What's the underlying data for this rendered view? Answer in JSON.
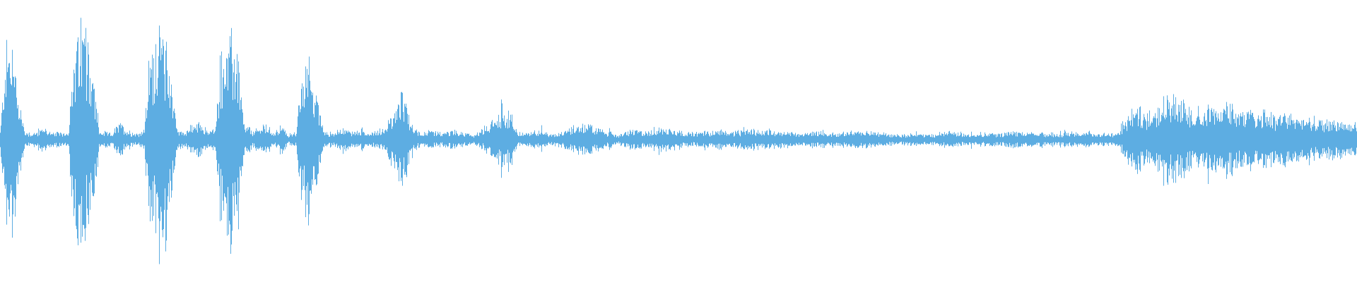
{
  "waveform": {
    "color": "#5dade2",
    "background": "#ffffff",
    "envelope": [
      [
        0.0,
        0.05
      ],
      [
        0.4,
        0.55
      ],
      [
        0.9,
        0.6
      ],
      [
        1.4,
        0.25
      ],
      [
        1.8,
        0.05
      ],
      [
        2.6,
        0.04
      ],
      [
        3.2,
        0.08
      ],
      [
        3.8,
        0.04
      ],
      [
        5.0,
        0.05
      ],
      [
        5.4,
        0.45
      ],
      [
        5.9,
        0.68
      ],
      [
        6.4,
        0.62
      ],
      [
        6.9,
        0.35
      ],
      [
        7.3,
        0.05
      ],
      [
        8.2,
        0.04
      ],
      [
        8.8,
        0.1
      ],
      [
        9.4,
        0.06
      ],
      [
        10.0,
        0.04
      ],
      [
        10.6,
        0.06
      ],
      [
        11.0,
        0.5
      ],
      [
        11.6,
        0.68
      ],
      [
        12.2,
        0.62
      ],
      [
        12.7,
        0.3
      ],
      [
        13.1,
        0.05
      ],
      [
        13.7,
        0.06
      ],
      [
        14.2,
        0.09
      ],
      [
        14.8,
        0.1
      ],
      [
        15.4,
        0.05
      ],
      [
        15.9,
        0.08
      ],
      [
        16.2,
        0.5
      ],
      [
        16.9,
        0.6
      ],
      [
        17.5,
        0.55
      ],
      [
        17.9,
        0.1
      ],
      [
        18.6,
        0.05
      ],
      [
        19.4,
        0.09
      ],
      [
        20.2,
        0.05
      ],
      [
        20.8,
        0.08
      ],
      [
        21.2,
        0.03
      ],
      [
        21.8,
        0.05
      ],
      [
        22.2,
        0.35
      ],
      [
        22.8,
        0.5
      ],
      [
        23.4,
        0.25
      ],
      [
        23.9,
        0.05
      ],
      [
        24.6,
        0.04
      ],
      [
        25.2,
        0.08
      ],
      [
        25.8,
        0.05
      ],
      [
        26.6,
        0.06
      ],
      [
        27.2,
        0.04
      ],
      [
        28.4,
        0.08
      ],
      [
        29.2,
        0.2
      ],
      [
        29.7,
        0.28
      ],
      [
        30.2,
        0.12
      ],
      [
        30.8,
        0.05
      ],
      [
        31.8,
        0.05
      ],
      [
        32.6,
        0.04
      ],
      [
        33.4,
        0.06
      ],
      [
        34.2,
        0.04
      ],
      [
        35.0,
        0.03
      ],
      [
        36.4,
        0.12
      ],
      [
        37.0,
        0.2
      ],
      [
        37.6,
        0.16
      ],
      [
        38.2,
        0.04
      ],
      [
        39.0,
        0.04
      ],
      [
        39.8,
        0.07
      ],
      [
        40.6,
        0.03
      ],
      [
        41.6,
        0.06
      ],
      [
        42.4,
        0.09
      ],
      [
        43.2,
        0.1
      ],
      [
        44.0,
        0.07
      ],
      [
        44.8,
        0.05
      ],
      [
        45.6,
        0.03
      ],
      [
        46.6,
        0.06
      ],
      [
        47.6,
        0.05
      ],
      [
        48.6,
        0.07
      ],
      [
        49.6,
        0.07
      ],
      [
        50.6,
        0.04
      ],
      [
        51.8,
        0.05
      ],
      [
        53.0,
        0.06
      ],
      [
        54.2,
        0.05
      ],
      [
        55.4,
        0.06
      ],
      [
        56.6,
        0.06
      ],
      [
        57.8,
        0.05
      ],
      [
        59.0,
        0.04
      ],
      [
        60.2,
        0.05
      ],
      [
        61.4,
        0.04
      ],
      [
        62.6,
        0.05
      ],
      [
        63.8,
        0.05
      ],
      [
        65.0,
        0.04
      ],
      [
        66.2,
        0.03
      ],
      [
        67.4,
        0.04
      ],
      [
        68.6,
        0.03
      ],
      [
        69.8,
        0.05
      ],
      [
        71.0,
        0.04
      ],
      [
        72.2,
        0.04
      ],
      [
        73.4,
        0.04
      ],
      [
        74.6,
        0.05
      ],
      [
        75.8,
        0.04
      ],
      [
        77.0,
        0.04
      ],
      [
        78.2,
        0.04
      ],
      [
        79.4,
        0.05
      ],
      [
        80.6,
        0.04
      ],
      [
        81.6,
        0.04
      ],
      [
        82.4,
        0.04
      ],
      [
        82.9,
        0.12
      ],
      [
        83.6,
        0.2
      ],
      [
        84.4,
        0.16
      ],
      [
        85.2,
        0.22
      ],
      [
        86.0,
        0.28
      ],
      [
        86.8,
        0.24
      ],
      [
        87.6,
        0.2
      ],
      [
        88.4,
        0.18
      ],
      [
        89.2,
        0.22
      ],
      [
        90.0,
        0.18
      ],
      [
        90.8,
        0.2
      ],
      [
        91.6,
        0.18
      ],
      [
        92.4,
        0.16
      ],
      [
        93.2,
        0.18
      ],
      [
        94.0,
        0.16
      ],
      [
        94.8,
        0.15
      ],
      [
        95.6,
        0.14
      ],
      [
        96.4,
        0.13
      ],
      [
        97.2,
        0.12
      ],
      [
        98.0,
        0.12
      ],
      [
        99.0,
        0.11
      ],
      [
        100.0,
        0.1
      ]
    ]
  }
}
